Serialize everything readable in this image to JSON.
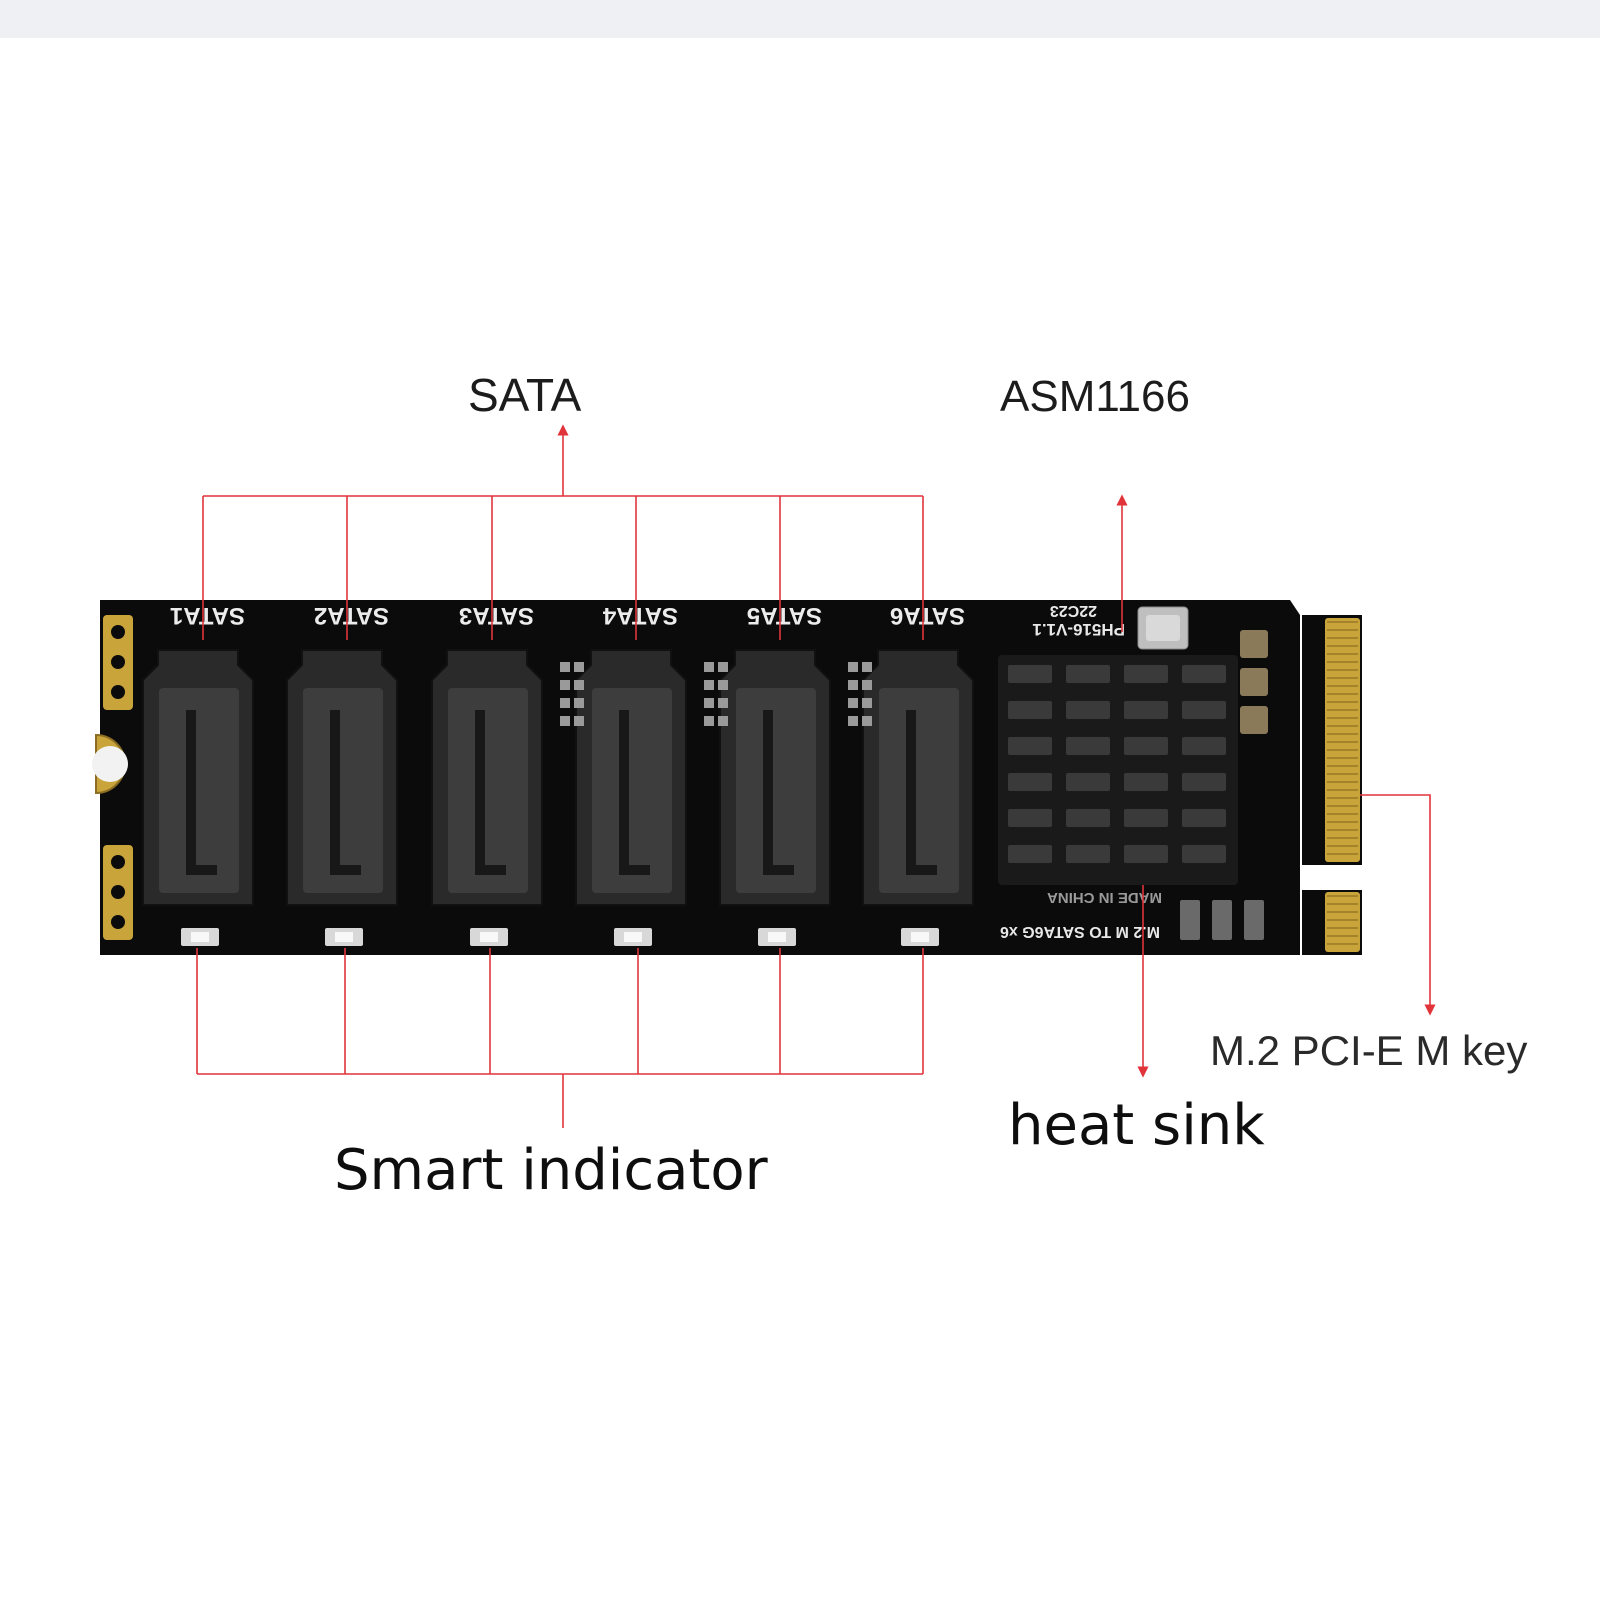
{
  "callouts": {
    "sata": "SATA",
    "controller_chip": "ASM1166",
    "mkey_connector": "M.2 PCI-E M key",
    "heat_sink": "heat sink",
    "smart_indicator": "Smart indicator"
  },
  "board": {
    "port_labels": [
      "SATA1",
      "SATA2",
      "SATA3",
      "SATA4",
      "SATA5",
      "SATA6"
    ],
    "model_silkscreen": "PH516-V1.1",
    "date_code": "22C23",
    "origin_silkscreen": "MADE IN CHINA",
    "product_silkscreen": "M.2 M TO SATA6G x6"
  },
  "colors": {
    "pcb": "#0b0b0b",
    "silkscreen": "#e8e8e8",
    "callout_line": "#e0343a",
    "gold_finger": "#c9a43a",
    "heatsink_fin": "#3a3a3a"
  }
}
